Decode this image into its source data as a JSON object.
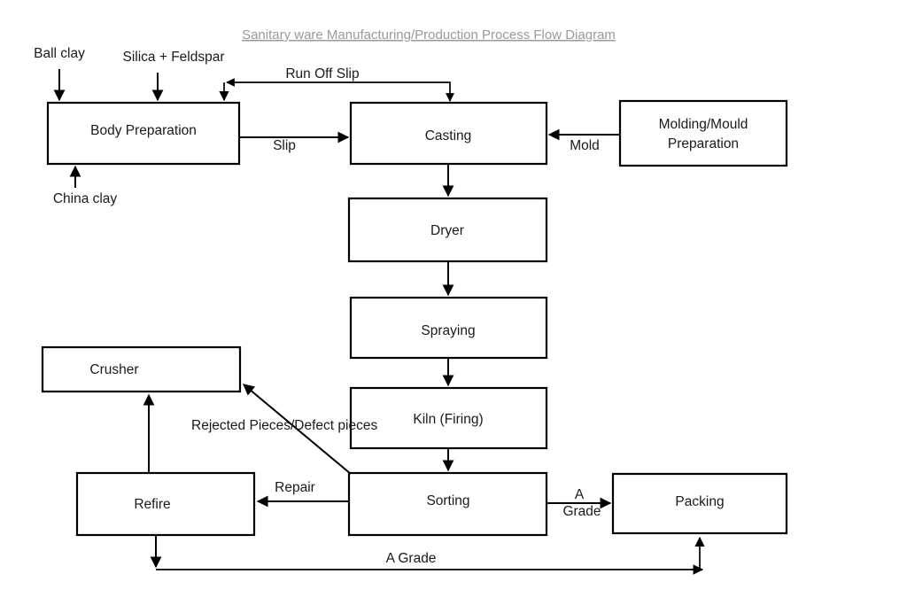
{
  "title": "Sanitary ware Manufacturing/Production Process Flow Diagram",
  "nodes": {
    "body_preparation": "Body Preparation",
    "casting": "Casting",
    "molding_preparation_line1": "Molding/Mould",
    "molding_preparation_line2": "Preparation",
    "dryer": "Dryer",
    "spraying": "Spraying",
    "kiln": "Kiln (Firing)",
    "sorting": "Sorting",
    "packing": "Packing",
    "refire": "Refire",
    "crusher": "Crusher"
  },
  "inputs": {
    "ball_clay": "Ball clay",
    "silica_feldspar": "Silica + Feldspar",
    "china_clay": "China clay"
  },
  "edge_labels": {
    "run_off_slip": "Run Off Slip",
    "slip": "Slip",
    "mold": "Mold",
    "rejected_pieces": "Rejected Pieces/Defect pieces",
    "repair": "Repair",
    "a_grade_top_line1": "A",
    "a_grade_top_line2": "Grade",
    "a_grade_bottom": "A Grade"
  },
  "colors": {
    "stroke": "#000000",
    "node_fill": "#ffffff",
    "text": "#1a1a1a",
    "title": "#9a9a9a",
    "background": "#ffffff"
  }
}
